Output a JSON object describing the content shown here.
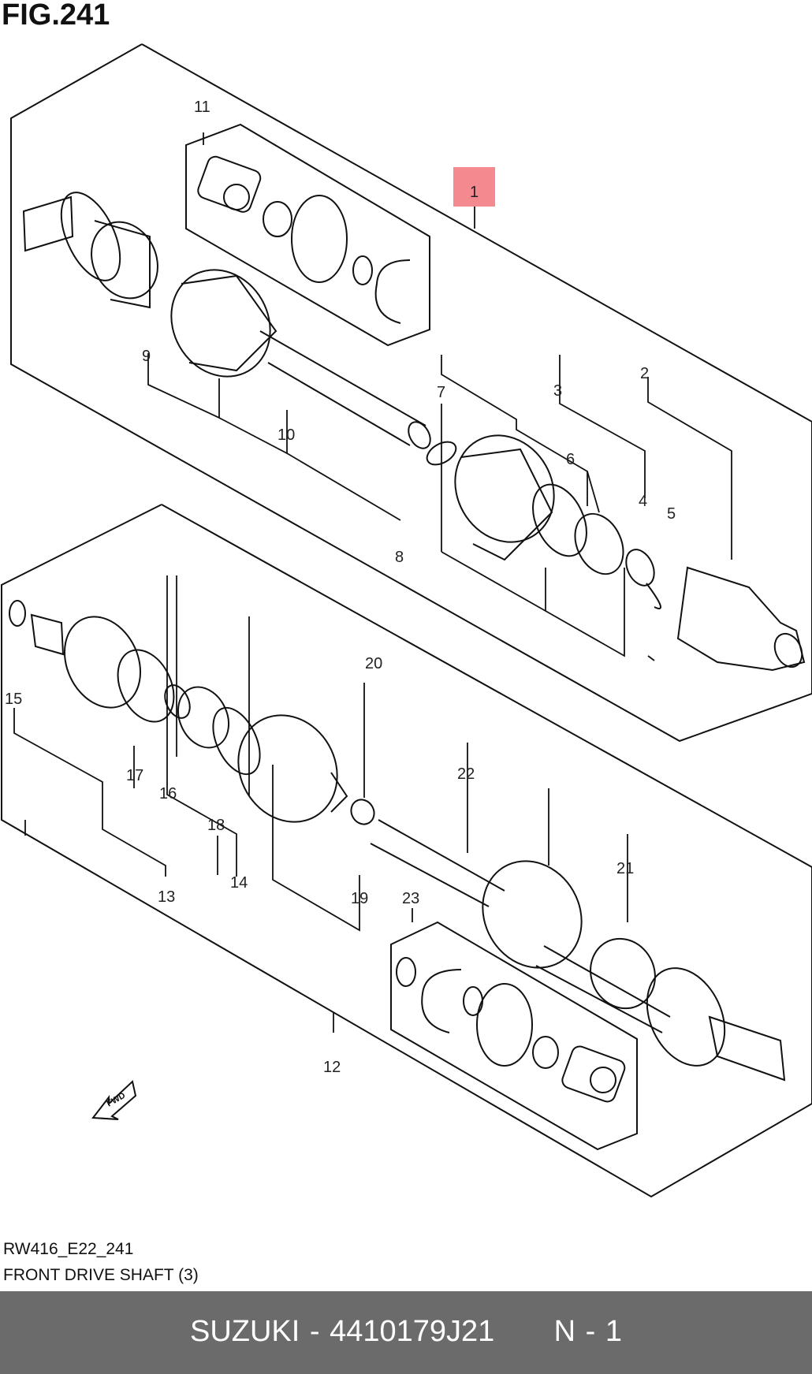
{
  "figure": {
    "title": "FIG.241"
  },
  "callouts": [
    "1",
    "2",
    "3",
    "4",
    "5",
    "6",
    "7",
    "8",
    "9",
    "10",
    "11",
    "12",
    "13",
    "14",
    "15",
    "16",
    "17",
    "18",
    "19",
    "20",
    "21",
    "22",
    "23"
  ],
  "fwd_label": "FWD",
  "caption": {
    "code": "RW416_E22_241",
    "name": "FRONT DRIVE SHAFT (3)"
  },
  "footer": {
    "brand_part": "SUZUKI - 4410179J21",
    "qty": "N - 1"
  },
  "colors": {
    "highlight": "#f4898f",
    "footer_bg": "#6b6b6b"
  }
}
